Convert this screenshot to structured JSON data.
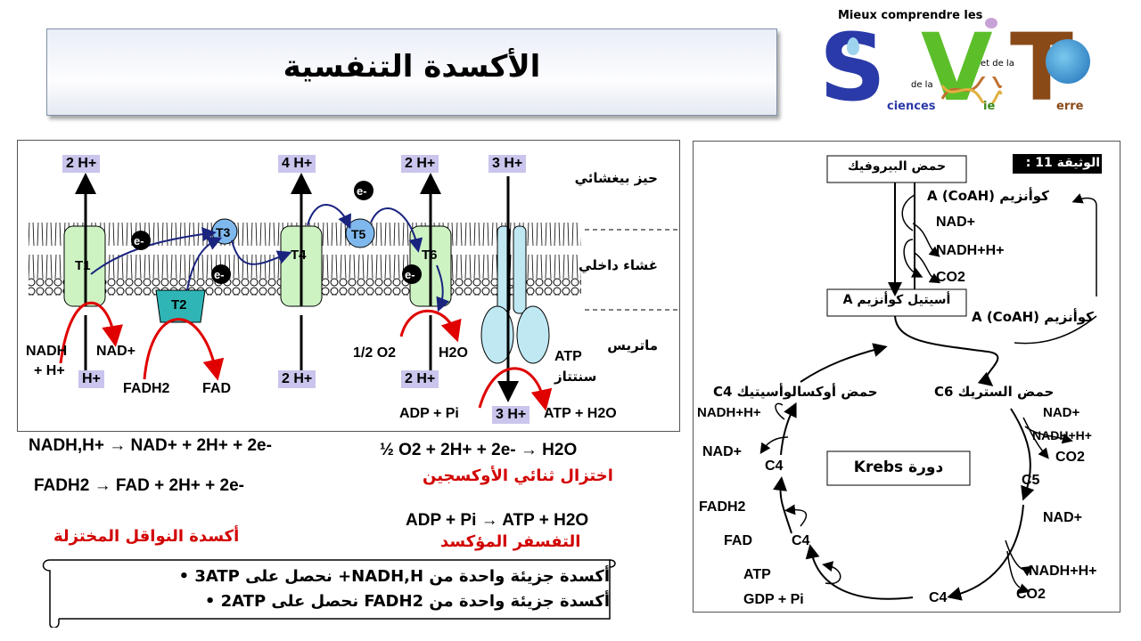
{
  "title": "الأكسدة التنفسية",
  "logo": {
    "top_text": "Mieux comprendre les",
    "letter_s": "S",
    "letter_v": "V",
    "letter_t": "T",
    "word_sciences": "ciences",
    "word_vie": "ie",
    "word_terre": "erre",
    "de_la_1": "de la",
    "et_de_la": "et de la"
  },
  "membrane": {
    "regions": {
      "intermembrane": "حيز بيغشائي",
      "inner_membrane": "غشاء داخلي",
      "matrix": "ماتريس"
    },
    "proton_boxes": [
      "2 H+",
      "4 H+",
      "2 H+",
      "3 H+",
      "H+",
      "2 H+",
      "2 H+",
      "3 H+"
    ],
    "complexes": [
      "T1",
      "T2",
      "T3",
      "T4",
      "T5",
      "T6"
    ],
    "electron_label": "e-",
    "labels": {
      "nadh": "NADH",
      "h_plus": "+ H+",
      "nad_plus": "NAD+",
      "fadh2": "FADH2",
      "fad": "FAD",
      "half_o2": "1/2 O2",
      "h2o": "H2O",
      "atp": "ATP",
      "synthase": "سنتتاز",
      "adp_pi": "ADP + Pi",
      "atp_h2o": "ATP + H2O"
    }
  },
  "equations": {
    "nadh_eq": "NADH,H+ → NAD+ + 2H+ + 2e-",
    "fadh2_eq": "FADH2 → FAD + 2H+ + 2e-",
    "oxygen_eq": "½ O2 + 2H+ + 2e- → H2O",
    "oxygen_caption": "اختزال ثنائي الأوكسجين",
    "atp_eq": "ADP + Pi → ATP + H2O",
    "atp_caption": "التفسفر المؤكسد",
    "carriers_caption": "أكسدة النواقل المختزلة"
  },
  "bullets": [
    "أكسدة جزيئة واحدة من NADH,H+  نحصل على 3ATP",
    "أكسدة جزيئة واحدة من FADH2  نحصل على 2ATP"
  ],
  "krebs": {
    "doc_label": "الوثيقة 11 :",
    "pyruvate": "حمض البيروفيك",
    "coa_in": "كوأنزيم A (CoAH)",
    "nad": "NAD+",
    "nadh": "NADH+H+",
    "co2": "CO2",
    "acetyl": "أسيتيل كوأنزيم A",
    "coa_out": "كوأنزيم A (CoAH)",
    "citric": "حمض الستريك C6",
    "oxalo": "حمض أوكسالوأسيتيك C4",
    "cycle_name": "دورة Krebs",
    "c5": "C5",
    "c4": "C4",
    "fadh2": "FADH2",
    "fad": "FAD",
    "atp": "ATP",
    "gdp_pi": "GDP + Pi"
  }
}
